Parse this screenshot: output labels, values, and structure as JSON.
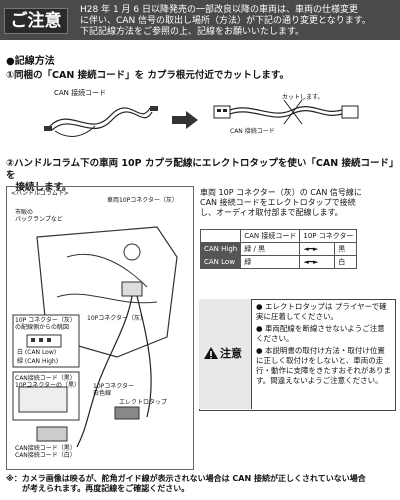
{
  "header": {
    "title": "ご注意",
    "text": "H28 年 1 月 6 日以降発売の一部改良以降の車両は、車両の仕様変更\nに伴い、CAN 信号の取出し場所（方法）が下記の通り変更となります。\n下記記線方法をご参照の上、記線をお願いいたします。"
  },
  "section_title": "●記線方法",
  "step1": {
    "text": "①同梱の「CAN 接続コード」を カプラ根元付近でカットします。",
    "cord_label": "CAN 接続コード",
    "cut_label": "カットします。",
    "cord_label2": "CAN 接続コード"
  },
  "step2": {
    "text": "②ハンドルコラム下の車両 10P カプラ配線にエレクトロタップを使い「CAN 接続コード」を\n　接続します。",
    "desc": "車両 10P コネクター（灰）の CAN 信号線に\nCAN 接続コードをエレクトロタップで接続\nし、オーディオ取付部まで配線します。"
  },
  "diagram": {
    "column_label": "<ハンドルコラム下>",
    "connector_label": "車両10Pコネクター（灰）",
    "panel_label": "市販の\nパックランプなど",
    "callout1": "10P コネクター（灰）\nの配線側からの眺図",
    "can_low": "白 (CAN Low)",
    "can_high": "緑 (CAN High)",
    "callout2": "10Pコネクター（灰）",
    "callout3": "CAN接続コード（黒）\n10Pコネクターの（黒）",
    "callout4": "10Pコネクター\n白色線",
    "tap_label": "エレクトロタップ",
    "bottom_label": "CAN接続コード（黒）\nCAN接続コード（白）"
  },
  "can_table": {
    "headers": [
      "",
      "CAN 接続コード",
      "10P コネクター"
    ],
    "rows": [
      {
        "label": "CAN High",
        "cord": "緑 / 黒",
        "arrow": "◄━►",
        "connector": "黒"
      },
      {
        "label": "CAN Low",
        "cord": "緑",
        "arrow": "◄━►",
        "connector": "白"
      }
    ]
  },
  "caution": {
    "title": "注意",
    "items": [
      "エレクトロタップは プライヤーで確実に圧着してください。",
      "車両配線を断線させないようご注意ください。",
      "本説明書の取付け方法・取付け位置に正しく取付けをしないと、車両の走行・動作に支障をきたすおそれがあります。間違えないようご注意ください。"
    ]
  },
  "footer": "※：カメラ画像は映るが、舵角ガイド線が表示されない場合は CAN 接続が正しくされていない場合\n　　が考えられます。再度記線をご確認ください。",
  "colors": {
    "header_bg": "#4a4a4a",
    "accent": "#2a2a2a"
  }
}
